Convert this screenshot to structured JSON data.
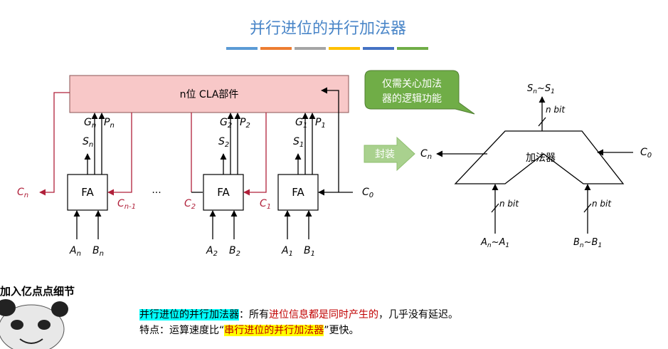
{
  "title": "并行进位的并行加法器",
  "title_bar_colors": [
    "#5b9bd5",
    "#ed7d31",
    "#a5a5a5",
    "#ffc000",
    "#4472c4",
    "#70ad47"
  ],
  "cla": {
    "label": "n位 CLA部件"
  },
  "fa_label": "FA",
  "ellipsis": "···",
  "signals": {
    "Gn": "G",
    "Gn_sub": "n",
    "Pn": "P",
    "Pn_sub": "n",
    "G2": "G",
    "G2_sub": "2",
    "P2": "P",
    "P2_sub": "2",
    "G1": "G",
    "G1_sub": "1",
    "P1": "P",
    "P1_sub": "1",
    "Sn": "S",
    "Sn_sub": "n",
    "S2": "S",
    "S2_sub": "2",
    "S1": "S",
    "S1_sub": "1",
    "Cn": "C",
    "Cn_sub": "n",
    "Cn1": "C",
    "Cn1_sub": "n-1",
    "C2": "C",
    "C2_sub": "2",
    "C1": "C",
    "C1_sub": "1",
    "C0": "C",
    "C0_sub": "0",
    "An": "A",
    "An_sub": "n",
    "Bn": "B",
    "Bn_sub": "n",
    "A2": "A",
    "A2_sub": "2",
    "B2": "B",
    "B2_sub": "2",
    "A1": "A",
    "A1_sub": "1",
    "B1": "B",
    "B1_sub": "1"
  },
  "callout": {
    "line1": "仅需关心加法",
    "line2": "器的逻辑功能"
  },
  "arrow_label": "封装",
  "adder": {
    "label": "加法器",
    "out_top": "S",
    "out_top_sub1": "n",
    "out_top_sep": "~S",
    "out_top_sub2": "1",
    "nbit": "n bit",
    "left_out": "C",
    "left_out_sub": "n",
    "right_in": "C",
    "right_in_sub": "0",
    "in_left": "A",
    "in_left_sub1": "n",
    "in_left_sep": "~A",
    "in_left_sub2": "1",
    "in_right": "B",
    "in_right_sub1": "n",
    "in_right_sep": "~B",
    "in_right_sub2": "1"
  },
  "note_heading": "加入亿点点细节",
  "caption1": {
    "term": "并行进位的并行加法器",
    "colon": "：所有",
    "red": "进位信息都是同时产生的",
    "rest": "，几乎没有延迟。"
  },
  "caption2": {
    "lead": "特点：运算速度比“",
    "term": "串行进位的并行加法器",
    "rest": "”更快。"
  }
}
